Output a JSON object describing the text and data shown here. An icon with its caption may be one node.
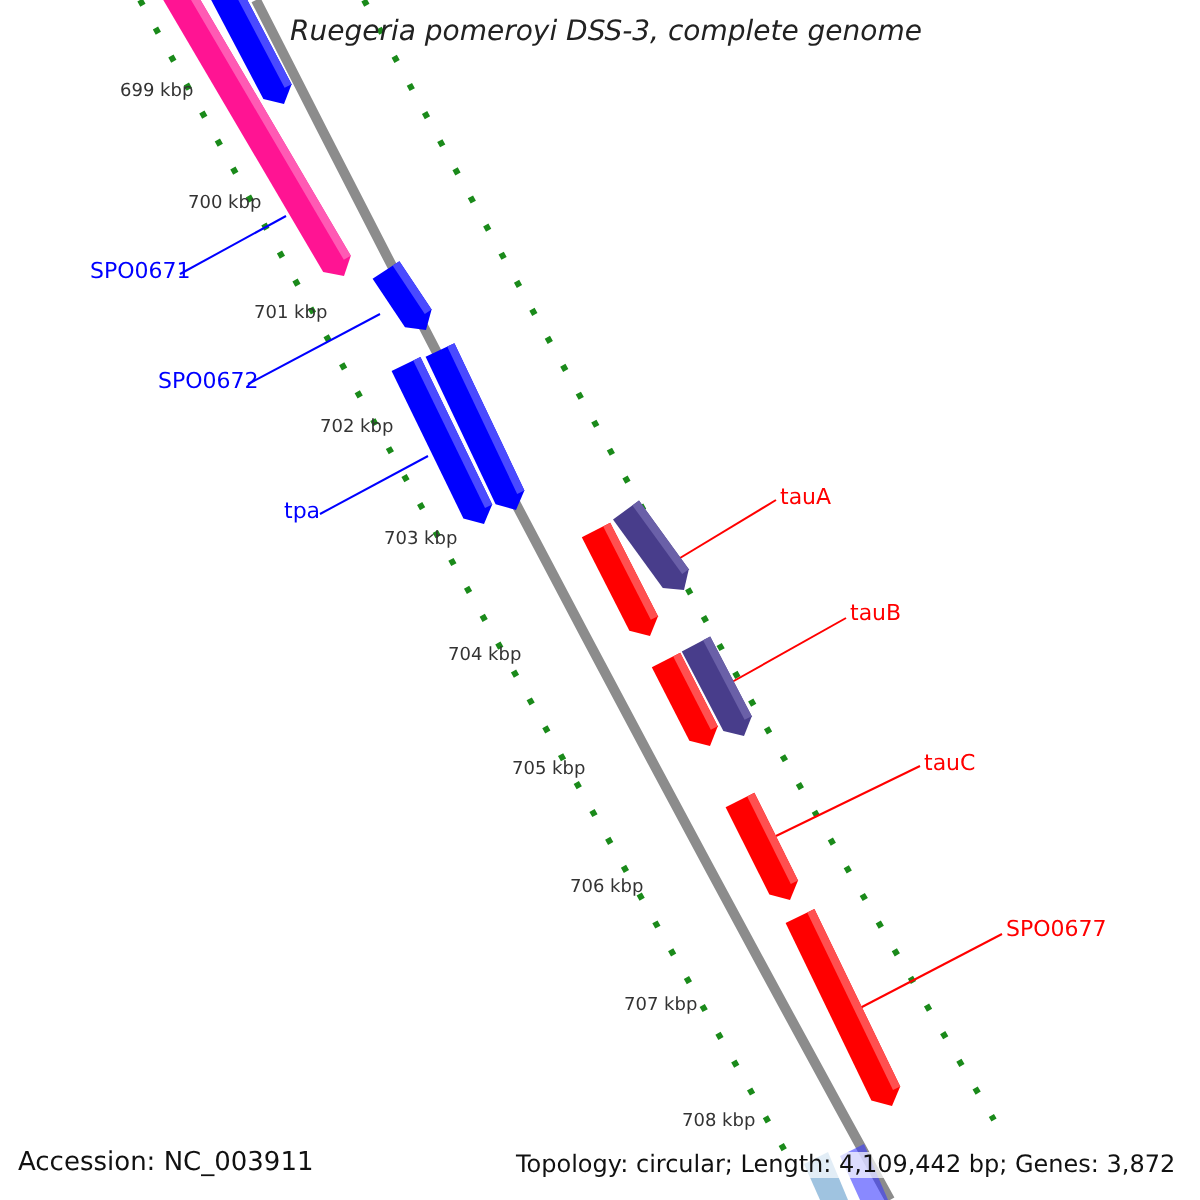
{
  "diagram": {
    "title": "Ruegeria pomeroyi DSS-3, complete genome",
    "nodes": [
      {
        "text": [
          "SPO0671"
        ]
      },
      {
        "text": [],
        "shape": "bar"
      },
      {
        "text": [
          "SPO0672"
        ]
      },
      {
        "text": [],
        "shape": "bar"
      },
      {
        "text": [
          "tpa"
        ]
      },
      {
        "text": [],
        "shape": "bar"
      },
      {
        "text": [
          "tauA"
        ]
      },
      {
        "text": [],
        "shape": "bar"
      },
      {
        "text": [
          "tauB"
        ]
      },
      {
        "text": [],
        "shape": "bar"
      },
      {
        "text": [
          "tauC"
        ]
      },
      {
        "text": [],
        "shape": "bar"
      },
      {
        "text": [
          "SPO0677"
        ]
      },
      {
        "text": [],
        "shape": "bar"
      }
    ],
    "edges": [
      {
        "from": 0,
        "to": 1,
        "arrow": "none",
        "color": "#0000ff"
      },
      {
        "from": 2,
        "to": 3,
        "arrow": "none",
        "color": "#0000ff"
      },
      {
        "from": 4,
        "to": 5,
        "arrow": "none",
        "color": "#0000ff"
      },
      {
        "from": 6,
        "to": 7,
        "arrow": "none"
      },
      {
        "from": 8,
        "to": 9,
        "arrow": "none"
      },
      {
        "from": 10,
        "to": 11,
        "arrow": "none"
      },
      {
        "from": 12,
        "to": 13,
        "arrow": "none"
      }
    ],
    "labels": [
      "699 kbp",
      "700 kbp",
      "701 kbp",
      "702 kbp",
      "703 kbp",
      "704 kbp",
      "705 kbp",
      "706 kbp",
      "707 kbp",
      "708 kbp",
      "Accession: NC_003911",
      "Topology: circular; Length: 4,109,442 bp; Genes: 3,872"
    ]
  }
}
